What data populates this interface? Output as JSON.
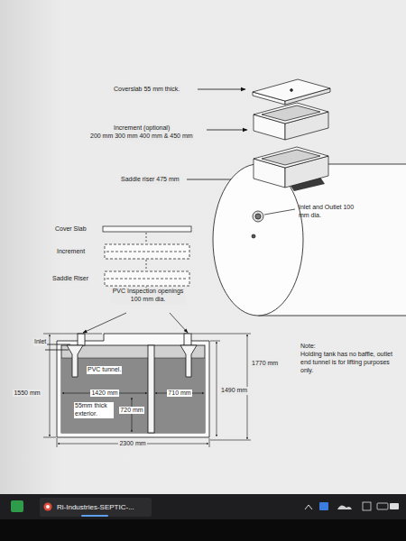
{
  "diagram": {
    "labels": [
      "Coverslab 55 mm thick.",
      "Increment (optional)",
      "200 mm 300 mm 400 mm & 450 mm",
      "Saddle riser 475 mm",
      "Inlet and Outlet 100 mm dia.",
      "Cover Slab",
      "Increment",
      "Saddle Riser",
      "PVC Inspection openings 100 mm dia.",
      "Inlet",
      "PVC tunnel.",
      "1420 mm",
      "710 mm",
      "55mm thick exterior.",
      "720 mm",
      "1550 mm",
      "1770 mm",
      "1490 mm",
      "2300 mm",
      "Note:",
      "Holding tank has no baffle, outlet end tunnel is for lifting purposes only.",
      "Ri-Industries-SEPTIC-..."
    ]
  }
}
